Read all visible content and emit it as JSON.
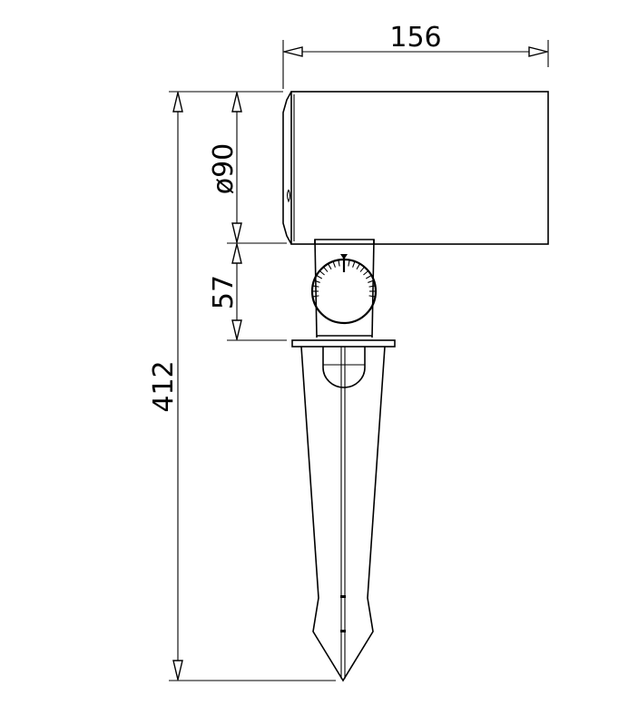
{
  "drawing": {
    "type": "technical-dimension-drawing",
    "subject": "spike-mounted spotlight (side view)",
    "units": "mm",
    "dimensions": {
      "length": {
        "label": "156",
        "orientation": "horizontal"
      },
      "diameter": {
        "label": "ø90",
        "orientation": "vertical"
      },
      "bracket_height": {
        "label": "57",
        "orientation": "vertical"
      },
      "total_height": {
        "label": "412",
        "orientation": "vertical"
      }
    },
    "colors": {
      "line": "#000000",
      "background": "#ffffff"
    }
  }
}
